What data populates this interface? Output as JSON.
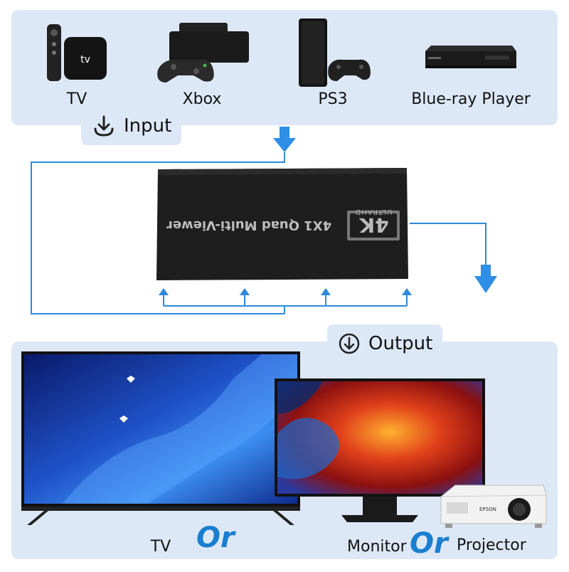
{
  "input": {
    "header_label": "Input",
    "devices": [
      {
        "label": "TV",
        "icon": "apple-tv-icon"
      },
      {
        "label": "Xbox",
        "icon": "xbox-icon"
      },
      {
        "label": "PS3",
        "icon": "ps3-icon"
      },
      {
        "label": "Blue-ray Player",
        "icon": "bluray-player-icon"
      }
    ]
  },
  "device": {
    "badge_main": "4K",
    "badge_sub": "ULTRAHD",
    "name": "4X1 Quad Multi-Viewer"
  },
  "output": {
    "header_label": "Output",
    "tv_label": "TV",
    "or_text": "Or",
    "monitor_label": "Monitor",
    "projector_label": "Projector",
    "projector_brand": "EPSON"
  },
  "colors": {
    "panel": "#dde8f7",
    "accent": "#1a7fd0",
    "line": "#2f88da"
  }
}
